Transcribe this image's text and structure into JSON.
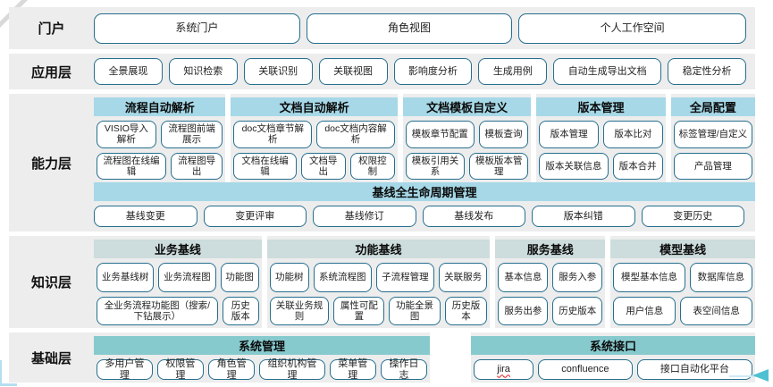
{
  "colors": {
    "band_background": "#ededed",
    "header_blue": "#a6d8e7",
    "header_gray_teal": "#cddcdc",
    "header_teal": "#87cace",
    "button_border": "#266f8e",
    "arrow_teal": "#4fc0d2",
    "spellcheck_red": "#e03a3a"
  },
  "decorations": {
    "spell_error_text": "jira"
  },
  "layers": {
    "portal": {
      "label": "门户",
      "buttons": [
        "系统门户",
        "角色视图",
        "个人工作空间"
      ]
    },
    "application": {
      "label": "应用层",
      "buttons": [
        "全景展现",
        "知识检索",
        "关联识别",
        "关联视图",
        "影响度分析",
        "生成用例",
        "自动生成导出文档",
        "稳定性分析"
      ]
    },
    "capability": {
      "label": "能力层",
      "groups": [
        {
          "header": "流程自动解析",
          "rows": [
            [
              "VISIO导入解析",
              "流程图前端展示"
            ],
            [
              "流程图在线编辑",
              "流程图导出"
            ]
          ]
        },
        {
          "header": "文档自动解析",
          "rows": [
            [
              "doc文档章节解析",
              "doc文档内容解析"
            ],
            [
              "文档在线编辑",
              "文档导出",
              "权限控制"
            ]
          ]
        },
        {
          "header": "文档模板自定义",
          "rows": [
            [
              "模板章节配置",
              "模板查询"
            ],
            [
              "模板引用关系",
              "模板版本管理"
            ]
          ]
        },
        {
          "header": "版本管理",
          "rows": [
            [
              "版本管理",
              "版本比对"
            ],
            [
              "版本关联信息",
              "版本合并"
            ]
          ]
        },
        {
          "header": "全局配置",
          "rows": [
            [
              "标签管理/自定义"
            ],
            [
              "产品管理"
            ]
          ]
        }
      ],
      "baseline": {
        "header": "基线全生命周期管理",
        "buttons": [
          "基线变更",
          "变更评审",
          "基线修订",
          "基线发布",
          "版本纠错",
          "变更历史"
        ]
      }
    },
    "knowledge": {
      "label": "知识层",
      "groups": [
        {
          "header": "业务基线",
          "rows": [
            [
              "业务基线树",
              "业务流程图",
              "功能图"
            ],
            [
              "全业务流程功能图（搜索/下钻展示）",
              "历史版本"
            ]
          ]
        },
        {
          "header": "功能基线",
          "rows": [
            [
              "功能树",
              "系统流程图",
              "子流程管理",
              "关联服务"
            ],
            [
              "关联业务规则",
              "属性可配置",
              "功能全景图",
              "历史版本"
            ]
          ]
        },
        {
          "header": "服务基线",
          "rows": [
            [
              "基本信息",
              "服务入参"
            ],
            [
              "服务出参",
              "历史版本"
            ]
          ]
        },
        {
          "header": "模型基线",
          "rows": [
            [
              "模型基本信息",
              "数据库信息"
            ],
            [
              "用户信息",
              "表空间信息"
            ]
          ]
        }
      ]
    },
    "foundation": {
      "label": "基础层",
      "groups": [
        {
          "header": "系统管理",
          "rows": [
            [
              "多用户管理",
              "权限管理",
              "角色管理",
              "组织机构管理",
              "菜单管理",
              "操作日志"
            ]
          ]
        },
        {
          "header": "系统接口",
          "rows": [
            [
              "jira",
              "confluence",
              "接口自动化平台"
            ]
          ]
        }
      ]
    }
  }
}
